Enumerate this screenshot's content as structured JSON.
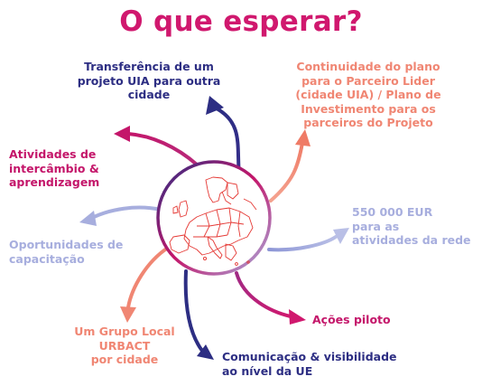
{
  "title": "O que esperar?",
  "colors": {
    "title": "#d0186e",
    "navy": "#2d2e83",
    "magenta": "#c4166a",
    "salmon": "#f08673",
    "lilac": "#a7aede",
    "map_outline": "#e53935"
  },
  "center_icon": "europe-map-icon",
  "items": [
    {
      "id": "transferencia",
      "text": "Transferência de um\nprojeto UIA para outra\ncidade",
      "color": "navy"
    },
    {
      "id": "continuidade",
      "text": "Continuidade do plano\npara o Parceiro Lider\n(cidade UIA) / Plano de\nInvestimento para os\nparceiros do Projeto",
      "color": "salmon"
    },
    {
      "id": "atividades",
      "text": "Atividades de\nintercâmbio &\naprendizagem",
      "color": "magenta"
    },
    {
      "id": "eur",
      "text": "550 000 EUR\npara as\natividades da rede",
      "color": "lilac"
    },
    {
      "id": "oportunidades",
      "text": "Oportunidades de\ncapacitação",
      "color": "lilac"
    },
    {
      "id": "acoes",
      "text": "Ações piloto",
      "color": "magenta"
    },
    {
      "id": "grupo",
      "text": "Um Grupo Local\nURBACT\npor cidade",
      "color": "salmon"
    },
    {
      "id": "comunicacao",
      "text": "Comunicação & visibilidade\nao nível da UE",
      "color": "navy"
    }
  ]
}
